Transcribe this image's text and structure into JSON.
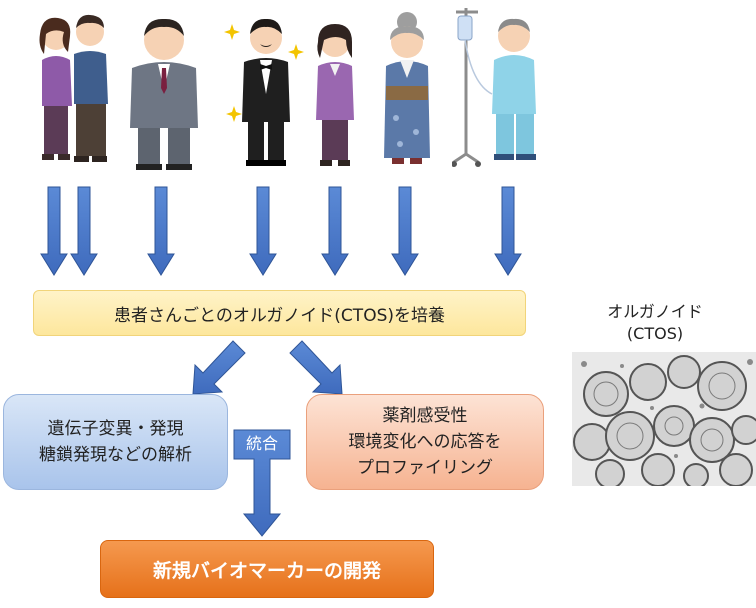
{
  "culture_box": "患者さんごとのオルガノイド(CTOS)を培養",
  "analysis_box": {
    "line1": "遺伝子変異・発現",
    "line2": "糖鎖発現などの解析"
  },
  "profiling_box": {
    "line1": "薬剤感受性",
    "line2": "環境変化への応答を",
    "line3": "プロファイリング"
  },
  "integrate_label": "統合",
  "biomarker_box": "新規バイオマーカーの開発",
  "organoid_label": {
    "line1": "オルガノイド",
    "line2": "(CTOS)"
  },
  "colors": {
    "arrow_blue": "#4472c4",
    "culture_fill": "#fde79d",
    "analysis_fill": "#a9c4eb",
    "profiling_fill": "#f6b391",
    "biomarker_fill": "#e6711a"
  },
  "illustrations": [
    "couple-illustration",
    "businessman-illustration",
    "tuxedo-man-illustration",
    "woman-illustration",
    "kimono-grandmother-illustration",
    "hospital-patient-illustration"
  ]
}
